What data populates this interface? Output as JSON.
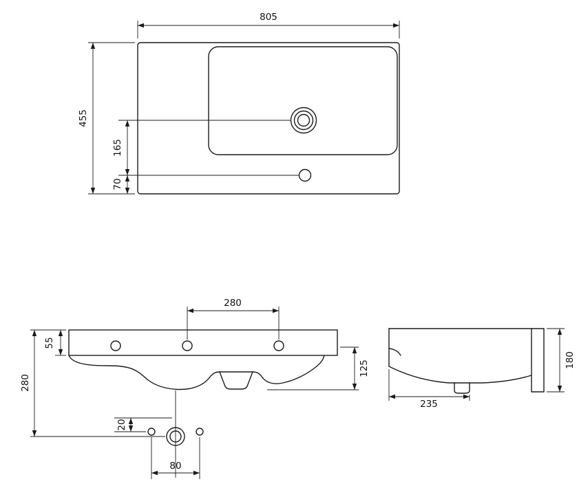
{
  "colors": {
    "background": "#ffffff",
    "line": "#1a1a1a",
    "text": "#111111"
  },
  "views": {
    "top": {
      "width": "805",
      "depth": "455",
      "drain_to_taphole": "165",
      "taphole_to_front_edge": "70"
    },
    "front": {
      "hole_spacing": "280",
      "rim_height": "55",
      "overall_height": "280",
      "bowl_depth": "125",
      "hole_offset": "20",
      "fixing_hole_spacing": "80"
    },
    "side": {
      "height": "180",
      "depth": "235"
    }
  }
}
